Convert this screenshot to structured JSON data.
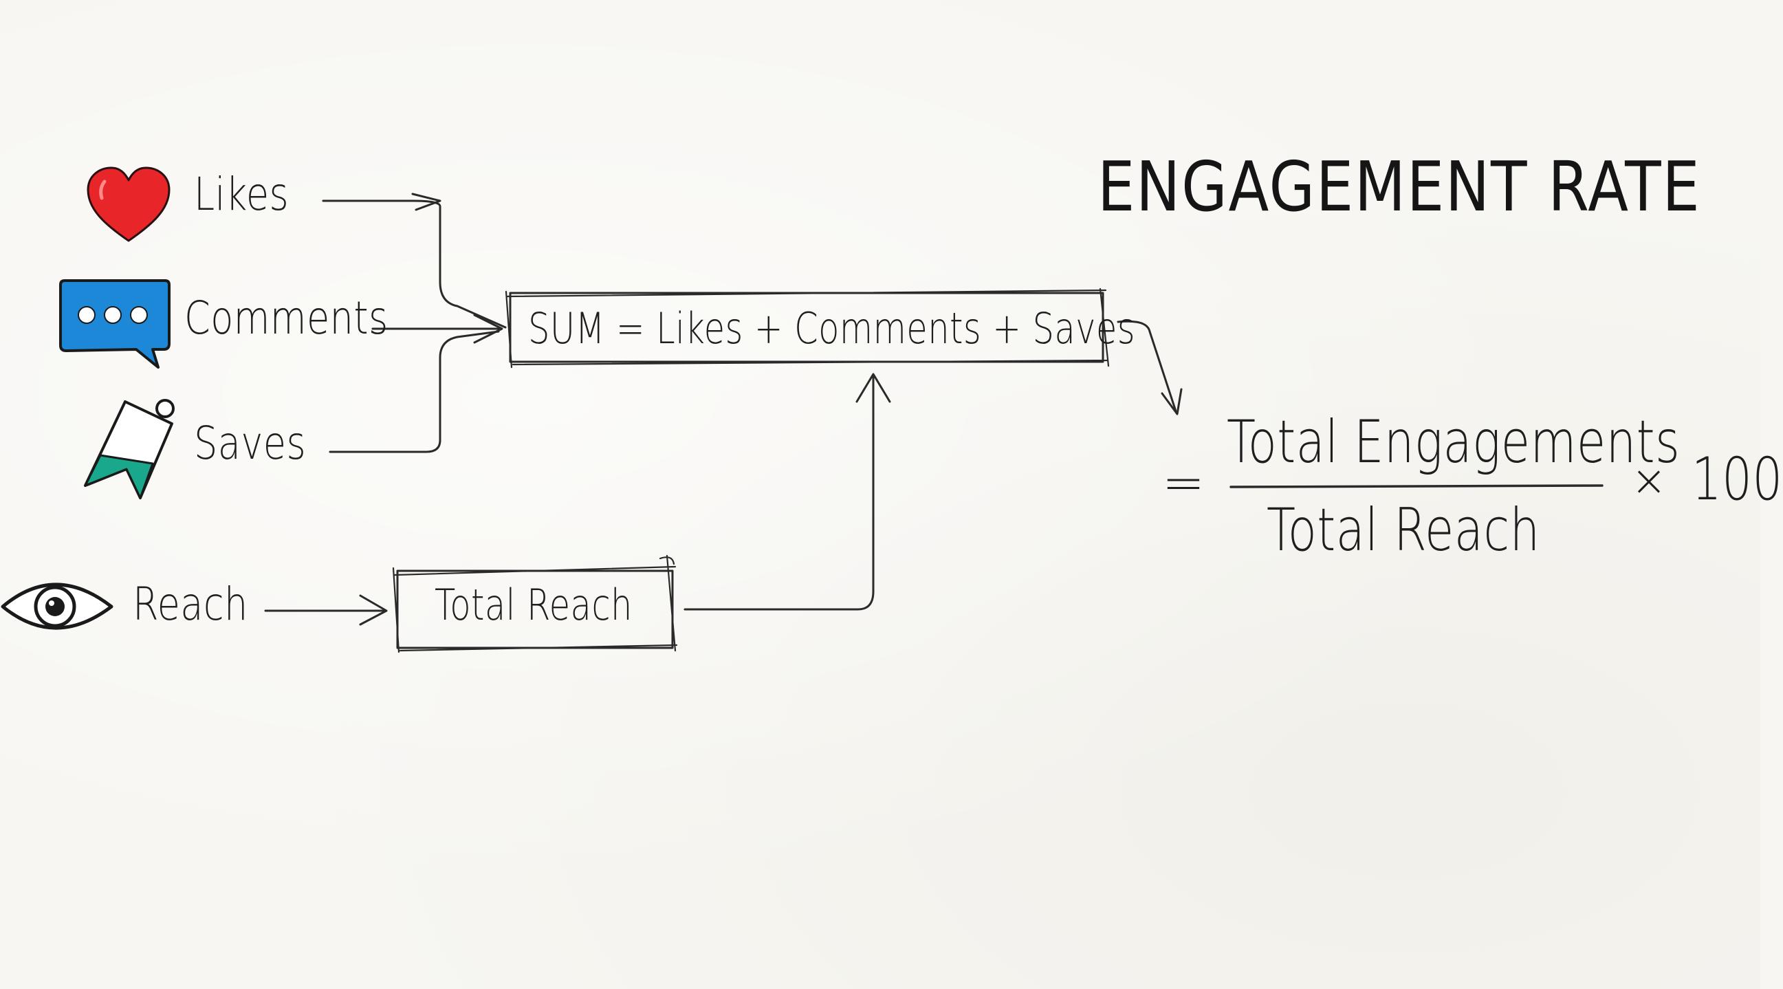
{
  "title": "ENGAGEMENT RATE",
  "inputs": {
    "likes": {
      "label": "Likes",
      "icon": "heart-icon",
      "color": "#e8262a"
    },
    "comments": {
      "label": "Comments",
      "icon": "speech-bubble-icon",
      "color": "#1e88d8"
    },
    "saves": {
      "label": "Saves",
      "icon": "bookmark-icon",
      "color": "#1aa88c"
    },
    "reach": {
      "label": "Reach",
      "icon": "eye-icon",
      "color": "#1c1c1c"
    }
  },
  "sum_box": {
    "text": "SUM = Likes + Comments + Saves"
  },
  "reach_box": {
    "text": "Total Reach"
  },
  "formula": {
    "equals": "=",
    "numerator": "Total Engagements",
    "denominator": "Total Reach",
    "times": "×",
    "multiplier": "100"
  }
}
